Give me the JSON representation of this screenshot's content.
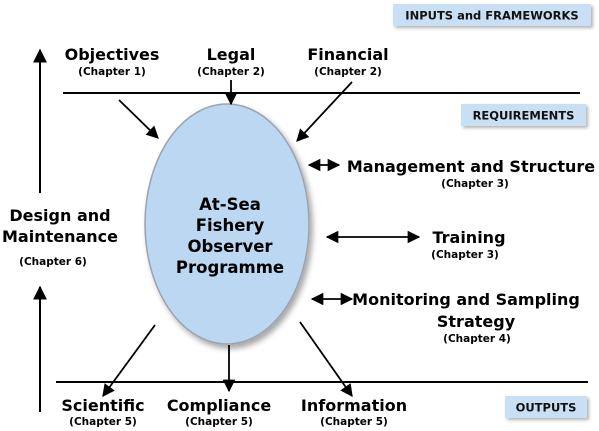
{
  "tags": {
    "inputs": "INPUTS and FRAMEWORKS",
    "requirements": "REQUIREMENTS",
    "outputs": "OUTPUTS"
  },
  "center": {
    "lines": [
      "At-Sea",
      "Fishery",
      "Observer",
      "Programme"
    ]
  },
  "inputs": {
    "objectives": {
      "label": "Objectives",
      "chapter": "(Chapter 1)"
    },
    "legal": {
      "label": "Legal",
      "chapter": "(Chapter 2)"
    },
    "financial": {
      "label": "Financial",
      "chapter": "(Chapter 2)"
    }
  },
  "requirements": {
    "management": {
      "label": "Management and Structure",
      "chapter": "(Chapter 3)"
    },
    "training": {
      "label": "Training",
      "chapter": "(Chapter 3)"
    },
    "monitoring": {
      "line1": "Monitoring and Sampling",
      "line2": "Strategy",
      "chapter": "(Chapter 4)"
    }
  },
  "design": {
    "line1": "Design and",
    "line2": "Maintenance",
    "chapter": "(Chapter 6)"
  },
  "outputs": {
    "scientific": {
      "label": "Scientific",
      "chapter": "(Chapter 5)"
    },
    "compliance": {
      "label": "Compliance",
      "chapter": "(Chapter 5)"
    },
    "information": {
      "label": "Information",
      "chapter": "(Chapter 5)"
    }
  },
  "colors": {
    "oval_fill": "#bcd7f2",
    "oval_stroke": "#9aa3ad",
    "tag_fill": "#c9dff4"
  }
}
